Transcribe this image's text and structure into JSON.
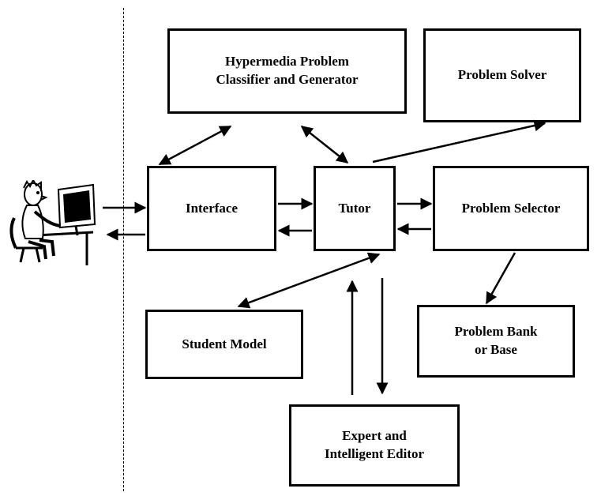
{
  "boxes": {
    "classifier": "Hypermedia Problem\nClassifier and Generator",
    "solver": "Problem Solver",
    "interface": "Interface",
    "tutor": "Tutor",
    "selector": "Problem Selector",
    "student_model": "Student Model",
    "bank": "Problem Bank\nor Base",
    "editor": "Expert and\nIntelligent Editor"
  },
  "icons": {
    "user": "user-at-computer-icon"
  }
}
